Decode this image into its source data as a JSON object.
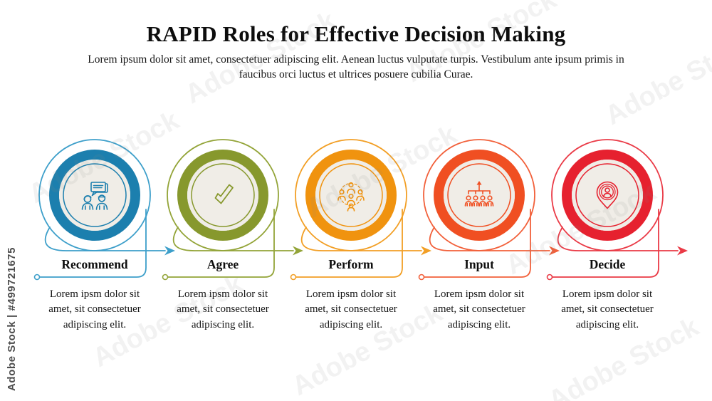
{
  "header": {
    "title": "RAPID Roles for Effective Decision Making",
    "subtitle": "Lorem ipsum dolor sit amet, consectetuer adipiscing elit. Aenean luctus vulputate turpis. Vestibulum ante ipsum primis in faucibus orci luctus et ultrices posuere cubilia Curae."
  },
  "inner_fill": "#f0ede7",
  "steps": [
    {
      "label": "Recommend",
      "description": "Lorem ipsm dolor sit amet, sit consectetuer adipiscing elit.",
      "color": "#1c7fae",
      "line_color": "#3d9fca",
      "icon": "conversation-icon"
    },
    {
      "label": "Agree",
      "description": "Lorem ipsm dolor sit amet, sit consectetuer adipiscing elit.",
      "color": "#87982d",
      "line_color": "#93a438",
      "icon": "checkmark-icon"
    },
    {
      "label": "Perform",
      "description": "Lorem ipsm dolor sit amet, sit consectetuer adipiscing elit.",
      "color": "#f0930f",
      "line_color": "#f29f25",
      "icon": "team-circle-icon"
    },
    {
      "label": "Input",
      "description": "Lorem ipsm dolor sit amet, sit consectetuer adipiscing elit.",
      "color": "#f04f22",
      "line_color": "#f2603a",
      "icon": "org-chart-icon"
    },
    {
      "label": "Decide",
      "description": "Lorem ipsm dolor sit amet, sit consectetuer adipiscing elit.",
      "color": "#e6212f",
      "line_color": "#ea3a46",
      "icon": "person-pin-icon"
    }
  ],
  "watermark": {
    "vertical_label": "Adobe Stock | #499721675",
    "tile_label": "Adobe Stock"
  }
}
